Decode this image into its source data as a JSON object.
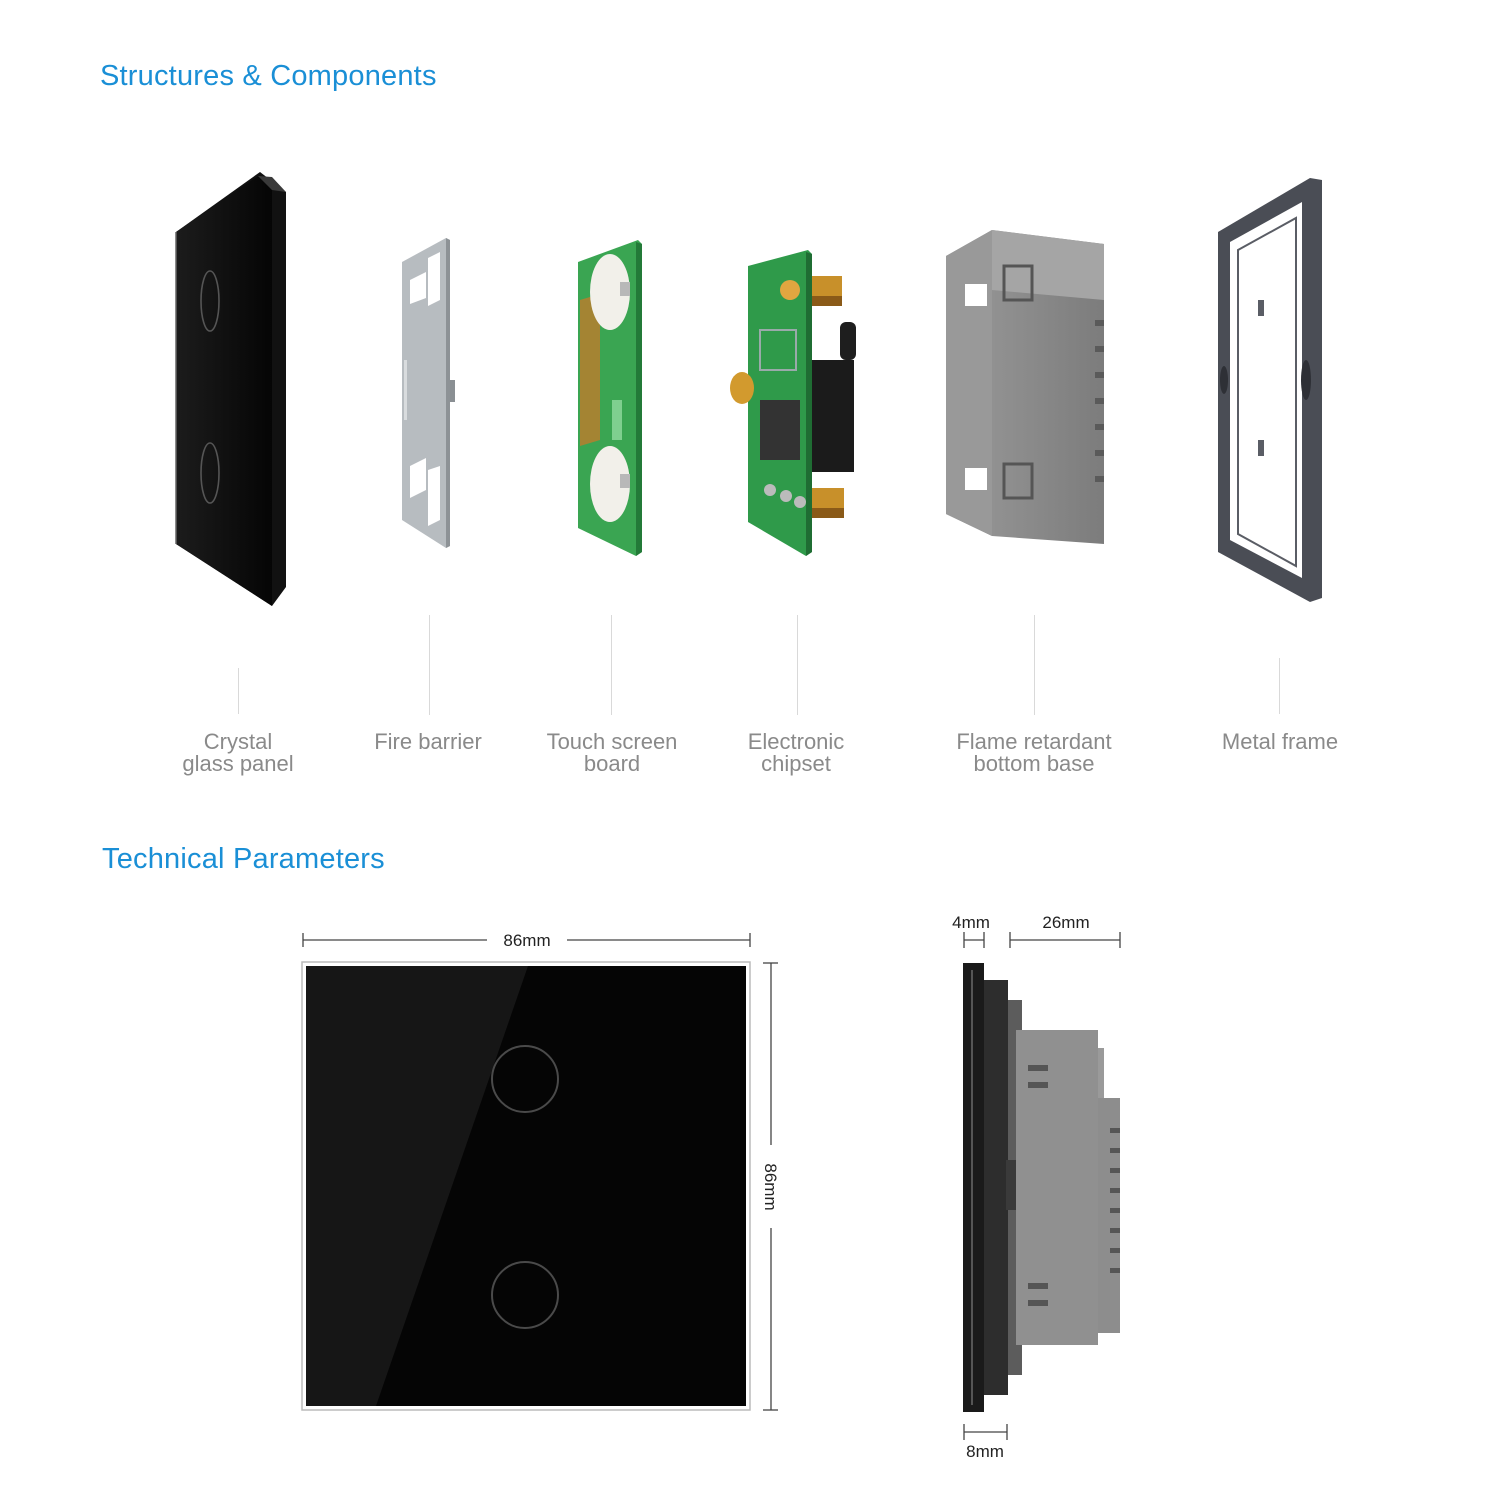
{
  "headings": {
    "structures": "Structures & Components",
    "technical": "Technical Parameters"
  },
  "components": [
    {
      "label": "Crystal\nglass panel"
    },
    {
      "label": "Fire barrier"
    },
    {
      "label": "Touch screen\nboard"
    },
    {
      "label": "Electronic\nchipset"
    },
    {
      "label": "Flame retardant\nbottom base"
    },
    {
      "label": "Metal frame"
    }
  ],
  "dimensions": {
    "front_width": "86mm",
    "front_height": "86mm",
    "glass_thickness": "4mm",
    "depth": "26mm",
    "frame_thickness": "8mm"
  },
  "colors": {
    "heading": "#1a8fd6",
    "label": "#8a8a8a",
    "glass": "#0b0b0b",
    "base_gray": "#8e8e8e",
    "pcb_green": "#2f9a4a"
  }
}
